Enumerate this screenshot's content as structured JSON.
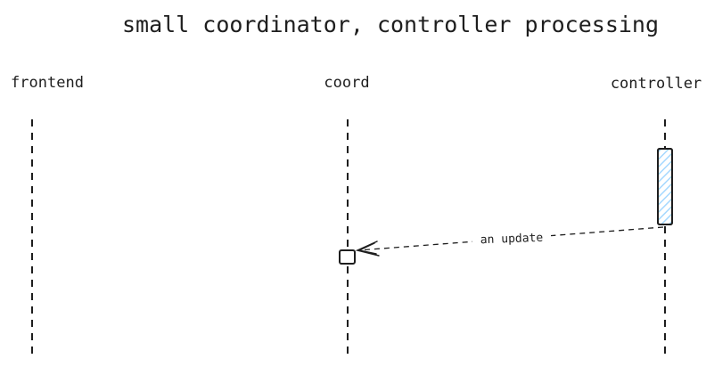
{
  "diagram": {
    "title": "small coordinator, controller processing",
    "actors": [
      {
        "id": "frontend",
        "label": "frontend"
      },
      {
        "id": "coord",
        "label": "coord"
      },
      {
        "id": "controller",
        "label": "controller"
      }
    ],
    "messages": [
      {
        "from": "controller",
        "to": "coord",
        "label": "an update",
        "style": "dashed"
      }
    ],
    "colors": {
      "ink": "#1e1e1e",
      "activation_hatch": "#a5d8ff",
      "background": "#ffffff"
    }
  }
}
